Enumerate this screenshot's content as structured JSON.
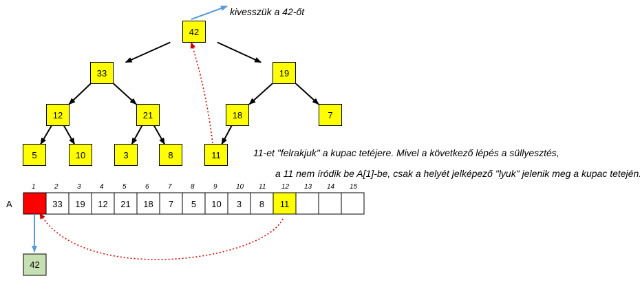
{
  "colors": {
    "node_fill": "#ffff00",
    "hole_fill": "#ff0000",
    "removed_fill": "#c6e0b4",
    "tree_edge": "#000000",
    "move_arrow": "#d00000",
    "extract_arrow": "#5b9bd5"
  },
  "tree": {
    "nodes": [
      {
        "label": "42"
      },
      {
        "label": "33"
      },
      {
        "label": "19"
      },
      {
        "label": "12"
      },
      {
        "label": "21"
      },
      {
        "label": "18"
      },
      {
        "label": "7"
      },
      {
        "label": "5"
      },
      {
        "label": "10"
      },
      {
        "label": "3"
      },
      {
        "label": "8"
      },
      {
        "label": "11"
      }
    ],
    "edges": [
      [
        0,
        1
      ],
      [
        0,
        2
      ],
      [
        1,
        3
      ],
      [
        1,
        4
      ],
      [
        2,
        5
      ],
      [
        2,
        6
      ],
      [
        3,
        7
      ],
      [
        3,
        8
      ],
      [
        4,
        9
      ],
      [
        4,
        10
      ],
      [
        5,
        11
      ]
    ]
  },
  "annotations": {
    "remove_note": "kivesszük a 42-őt",
    "lift_note_line1": "11-et \"felrakjuk\" a kupac tetéjere. Mivel a következő lépés a süllyesztés,",
    "lift_note_line2": "a 11 nem íródik be A[1]-be, csak a helyét jelképező \"lyuk\" jelenik meg a kupac tetején."
  },
  "array": {
    "name": "A",
    "indices": [
      "1",
      "2",
      "3",
      "4",
      "5",
      "6",
      "7",
      "8",
      "9",
      "10",
      "11",
      "12",
      "13",
      "14",
      "15"
    ],
    "values": [
      "",
      "33",
      "19",
      "12",
      "21",
      "18",
      "7",
      "5",
      "10",
      "3",
      "8",
      "11",
      "",
      "",
      ""
    ],
    "highlight_hole": 1,
    "highlight_moved": 12
  },
  "removed": {
    "value": "42"
  }
}
